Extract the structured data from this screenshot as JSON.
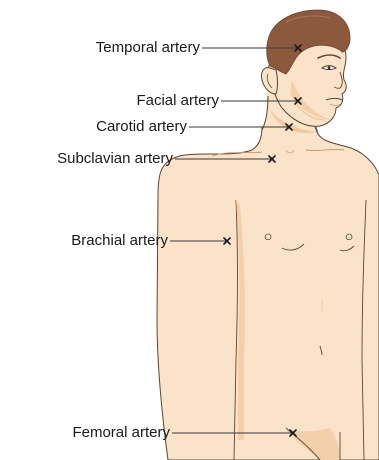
{
  "labels": {
    "temporal": "Temporal artery",
    "facial": "Facial artery",
    "carotid": "Carotid artery",
    "subclavian": "Subclavian artery",
    "brachial": "Brachial artery",
    "femoral": "Femoral artery"
  },
  "colors": {
    "skin": "#fae3c8",
    "skin_shadow": "#f3cfaa",
    "skin_dark": "#efc49c",
    "outline": "#5a4634",
    "hair": "#8b5a3e",
    "hair_dark": "#6e4430",
    "leader": "#3a3a3a",
    "marker": "#1a1a1a"
  },
  "icons": {
    "pulse_marker": "x-mark-icon"
  }
}
